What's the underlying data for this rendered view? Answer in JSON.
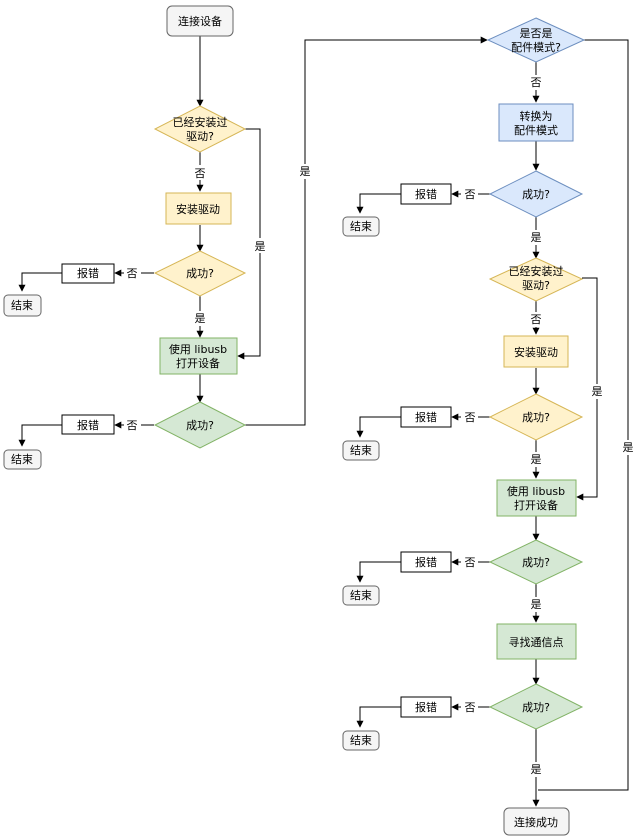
{
  "colors": {
    "start_fill": "#f5f5f5",
    "start_stroke": "#666666",
    "yellow_fill": "#fff2cc",
    "yellow_stroke": "#d6b656",
    "green_fill": "#d5e8d4",
    "green_stroke": "#82b366",
    "blue_fill": "#dae8fc",
    "blue_stroke": "#6c8ebf",
    "error_fill": "#ffffff",
    "error_stroke": "#000000",
    "line": "#000000"
  },
  "nodes": {
    "start": "连接设备",
    "l_installed_1": "已经安装过",
    "l_installed_2": "驱动?",
    "l_install": "安装驱动",
    "l_success1": "成功?",
    "l_err1": "报错",
    "l_end1": "结束",
    "l_open_1": "使用 libusb",
    "l_open_2": "打开设备",
    "l_success2": "成功?",
    "l_err2": "报错",
    "l_end2": "结束",
    "r_acc_1": "是否是",
    "r_acc_2": "配件模式?",
    "r_switch_1": "转换为",
    "r_switch_2": "配件模式",
    "r_success1": "成功?",
    "r_err1": "报错",
    "r_end1": "结束",
    "r_installed_1": "已经安装过",
    "r_installed_2": "驱动?",
    "r_install": "安装驱动",
    "r_success2": "成功?",
    "r_err2": "报错",
    "r_end2": "结束",
    "r_open_1": "使用 libusb",
    "r_open_2": "打开设备",
    "r_success3": "成功?",
    "r_err3": "报错",
    "r_end3": "结束",
    "r_find": "寻找通信点",
    "r_success4": "成功?",
    "r_err4": "报错",
    "r_end4": "结束",
    "done": "连接成功"
  },
  "edges": {
    "no": "否",
    "yes": "是"
  }
}
